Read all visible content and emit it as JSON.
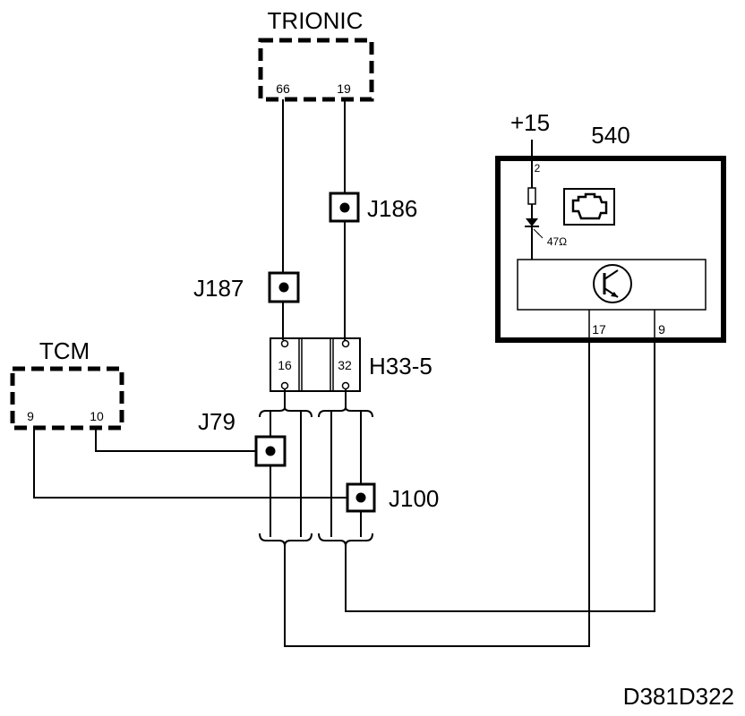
{
  "components": {
    "trionic": {
      "title": "TRIONIC",
      "pin_a": "66",
      "pin_b": "19"
    },
    "tcm": {
      "title": "TCM",
      "pin_a": "9",
      "pin_b": "10"
    },
    "instrument": {
      "title": "540",
      "supply": "+15",
      "pin_supply": "2",
      "resistor": "47Ω",
      "pin_a": "17",
      "pin_b": "9",
      "icon": "engine-check-icon"
    },
    "connector": {
      "title": "H33-5",
      "pin_a": "16",
      "pin_b": "32"
    }
  },
  "junctions": {
    "j186": "J186",
    "j187": "J187",
    "j79": "J79",
    "j100": "J100"
  },
  "figure_id": "D381D322"
}
